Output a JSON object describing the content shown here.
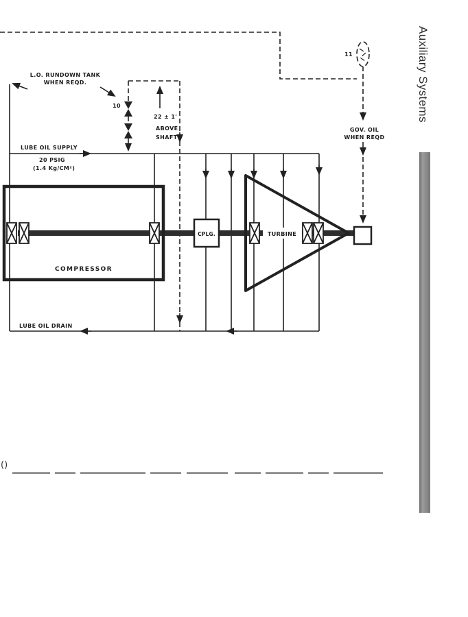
{
  "sidebar": {
    "title": "Auxiliary Systems"
  },
  "diagram": {
    "labels": {
      "rundown_line1": "L.O. RUNDOWN TANK",
      "rundown_line2": "WHEN REQD.",
      "item10": "10",
      "item11": "11",
      "dim_line1": "22  ± 1'",
      "dim_line2": "ABOVE",
      "dim_line3": "SHAFT",
      "supply": "LUBE OIL SUPPLY",
      "pressure_line1": "20 PSIG",
      "pressure_line2": "(1.4 Kg/CM²)",
      "gov_line1": "GOV. OIL",
      "gov_line2": "WHEN REQD",
      "compressor": "COMPRESSOR",
      "coupling": "CPLG.",
      "turbine": "TURBINE",
      "drain": "LUBE OIL DRAIN",
      "caption_fragment": "()"
    }
  },
  "colors": {
    "line": "#222222",
    "sidebar_bar": "#8d8d8d",
    "page_background": "#ffffff"
  }
}
